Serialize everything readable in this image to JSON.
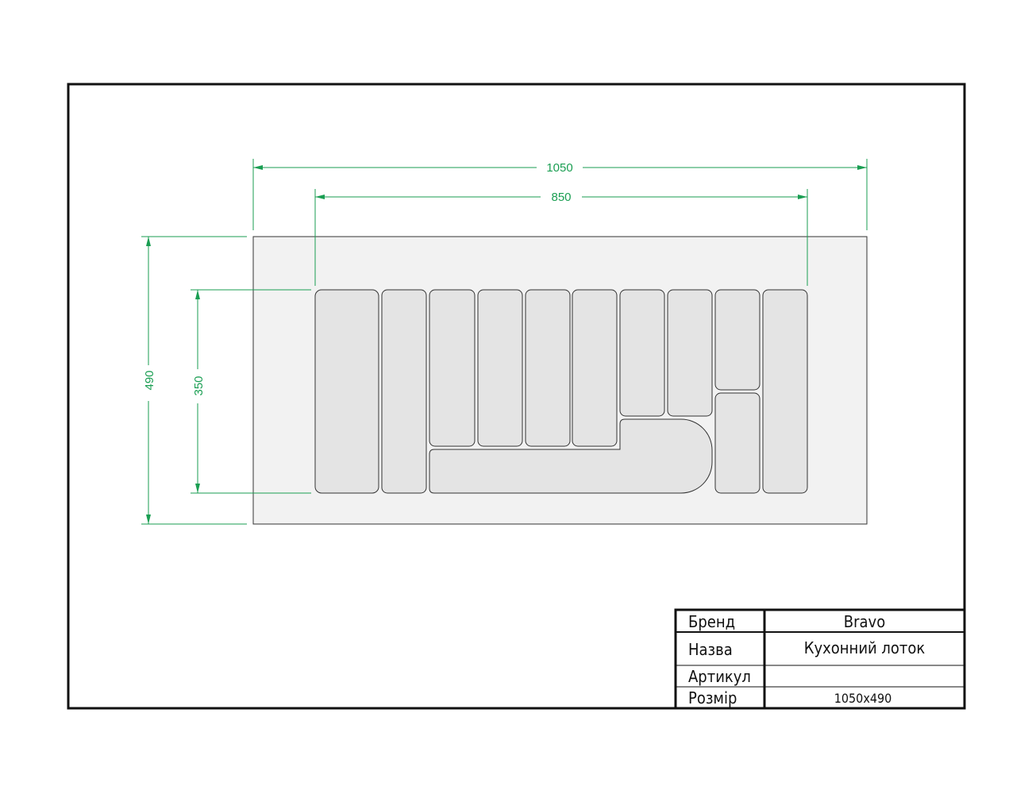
{
  "dimensions": {
    "total_width": "1050",
    "inner_width": "850",
    "total_height": "490",
    "inner_height": "350"
  },
  "title_block": {
    "rows": [
      {
        "label": "Бренд",
        "value": "Bravo"
      },
      {
        "label": "Назва",
        "value": "Кухонний лоток"
      },
      {
        "label": "Артикул",
        "value": ""
      },
      {
        "label": "Розмір",
        "value": "1050x490"
      }
    ]
  },
  "colors": {
    "dimension": "#1a9e52",
    "tray_fill": "#f2f2f2",
    "compartment_fill": "#e4e4e4",
    "outline": "#333333"
  }
}
